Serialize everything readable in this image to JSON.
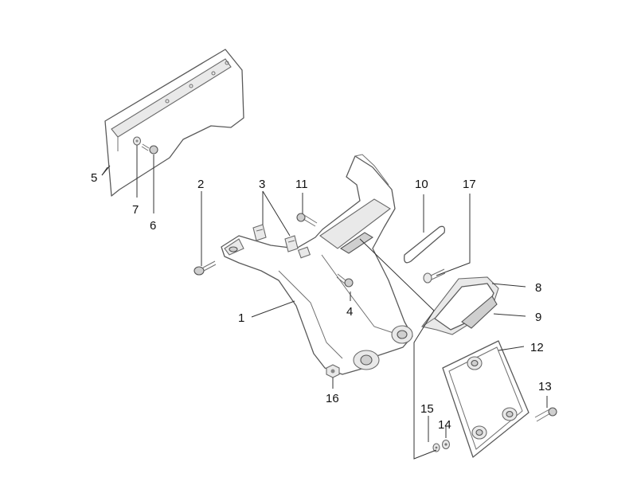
{
  "callouts": [
    {
      "id": "c1",
      "label": "1"
    },
    {
      "id": "c2",
      "label": "2"
    },
    {
      "id": "c3",
      "label": "3"
    },
    {
      "id": "c4",
      "label": "4"
    },
    {
      "id": "c5",
      "label": "5"
    },
    {
      "id": "c6",
      "label": "6"
    },
    {
      "id": "c7",
      "label": "7"
    },
    {
      "id": "c8",
      "label": "8"
    },
    {
      "id": "c9",
      "label": "9"
    },
    {
      "id": "c10",
      "label": "10"
    },
    {
      "id": "c11",
      "label": "11"
    },
    {
      "id": "c12",
      "label": "12"
    },
    {
      "id": "c13",
      "label": "13"
    },
    {
      "id": "c14",
      "label": "14"
    },
    {
      "id": "c15",
      "label": "15"
    },
    {
      "id": "c16",
      "label": "16"
    },
    {
      "id": "c17",
      "label": "17"
    }
  ],
  "colors": {
    "line": "#5a5a5a",
    "text": "#111111",
    "background": "#ffffff"
  }
}
